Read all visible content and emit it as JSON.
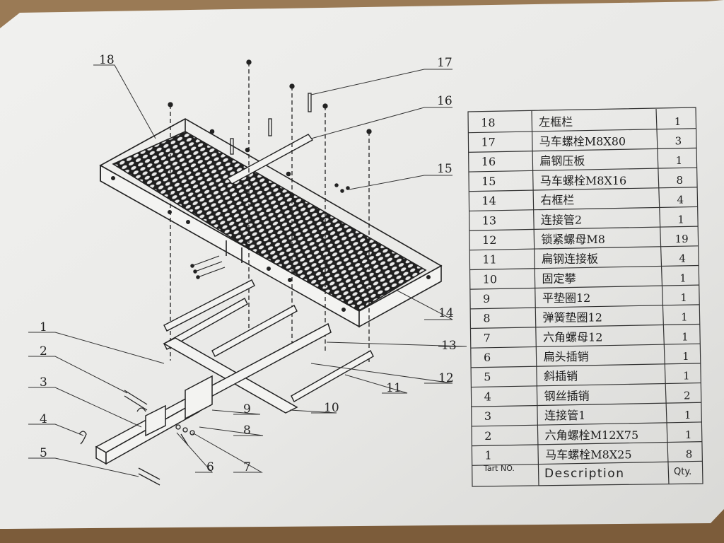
{
  "colors": {
    "paper": "#ebebea",
    "ink": "#262626",
    "wood": "#8a6a45"
  },
  "callouts": [
    "1",
    "2",
    "3",
    "4",
    "5",
    "6",
    "7",
    "8",
    "9",
    "10",
    "11",
    "12",
    "13",
    "14",
    "15",
    "16",
    "17",
    "18"
  ],
  "table": {
    "header": {
      "part_no": "Tart NO.",
      "description": "Description",
      "qty": "Qty."
    },
    "rows": [
      {
        "no": "18",
        "desc": "左框栏",
        "qty": "1"
      },
      {
        "no": "17",
        "desc": "马车螺栓M8X80",
        "qty": "3"
      },
      {
        "no": "16",
        "desc": "扁钢压板",
        "qty": "1"
      },
      {
        "no": "15",
        "desc": "马车螺栓M8X16",
        "qty": "8"
      },
      {
        "no": "14",
        "desc": "右框栏",
        "qty": "4"
      },
      {
        "no": "13",
        "desc": "连接管2",
        "qty": "1"
      },
      {
        "no": "12",
        "desc": "锁紧螺母M8",
        "qty": "19"
      },
      {
        "no": "11",
        "desc": "扁钢连接板",
        "qty": "4"
      },
      {
        "no": "10",
        "desc": "固定攀",
        "qty": "1"
      },
      {
        "no": "9",
        "desc": "平垫圈12",
        "qty": "1"
      },
      {
        "no": "8",
        "desc": "弹簧垫圈12",
        "qty": "1"
      },
      {
        "no": "7",
        "desc": "六角螺母12",
        "qty": "1"
      },
      {
        "no": "6",
        "desc": "扁头插销",
        "qty": "1"
      },
      {
        "no": "5",
        "desc": "斜插销",
        "qty": "1"
      },
      {
        "no": "4",
        "desc": "钢丝插销",
        "qty": "2"
      },
      {
        "no": "3",
        "desc": "连接管1",
        "qty": "1"
      },
      {
        "no": "2",
        "desc": "六角螺栓M12X75",
        "qty": "1"
      },
      {
        "no": "1",
        "desc": "马车螺栓M8X25",
        "qty": "8"
      }
    ]
  }
}
